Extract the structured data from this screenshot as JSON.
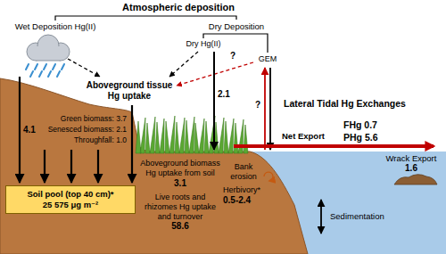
{
  "diagram": {
    "title": "Atmospheric deposition",
    "nodes": [
      {
        "text": [
          "Soil pool (top 40 cm)*",
          "25 575 μg m⁻²"
        ]
      }
    ],
    "labels": [
      "Wet Deposition Hg(II)",
      "Dry Deposition",
      "Dry Hg(II)",
      "GEM",
      "?",
      "Aboveground tissue Hg uptake",
      "4.1",
      "Green biomass: 3.7",
      "Senesced biomass: 2.1",
      "Throughfall: 1.0",
      "2.1",
      "?",
      "Lateral Tidal Hg Exchanges",
      "Net Export",
      "FHg 0.7",
      "PHg 5.6",
      "Wrack Export",
      "1.6",
      "Aboveground biomass Hg uptake from soil",
      "3.1",
      "Bank erosion",
      "Herbivory*",
      "0.5-2.4",
      "Live roots and rhizomes Hg uptake and turnover",
      "58.6",
      "Sedimentation"
    ]
  }
}
